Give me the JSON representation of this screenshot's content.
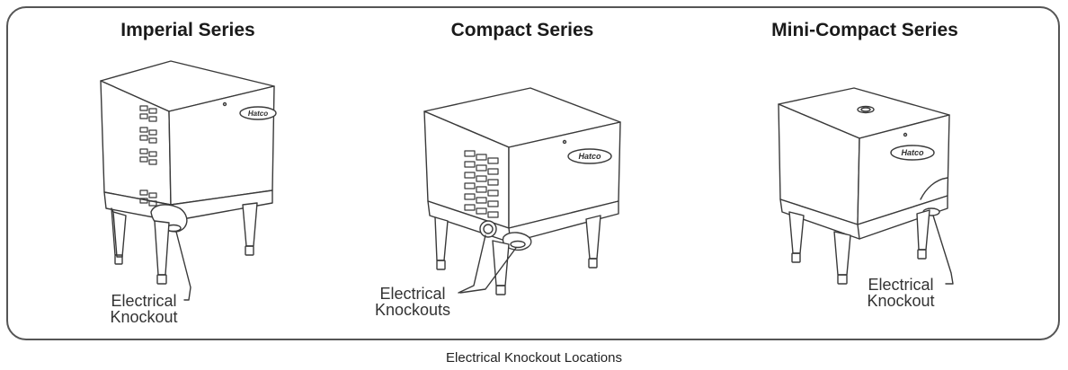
{
  "panels": [
    {
      "title": "Imperial Series",
      "callout_line1": "Electrical",
      "callout_line2": "Knockout"
    },
    {
      "title": "Compact Series",
      "callout_line1": "Electrical",
      "callout_line2": "Knockouts"
    },
    {
      "title": "Mini-Compact Series",
      "callout_line1": "Electrical",
      "callout_line2": "Knockout"
    }
  ],
  "logo_text": "Hatco",
  "caption": "Electrical Knockout Locations",
  "colors": {
    "line": "#3a3a3a",
    "frame": "#555555",
    "logo_fill": "#2d2d2d"
  }
}
